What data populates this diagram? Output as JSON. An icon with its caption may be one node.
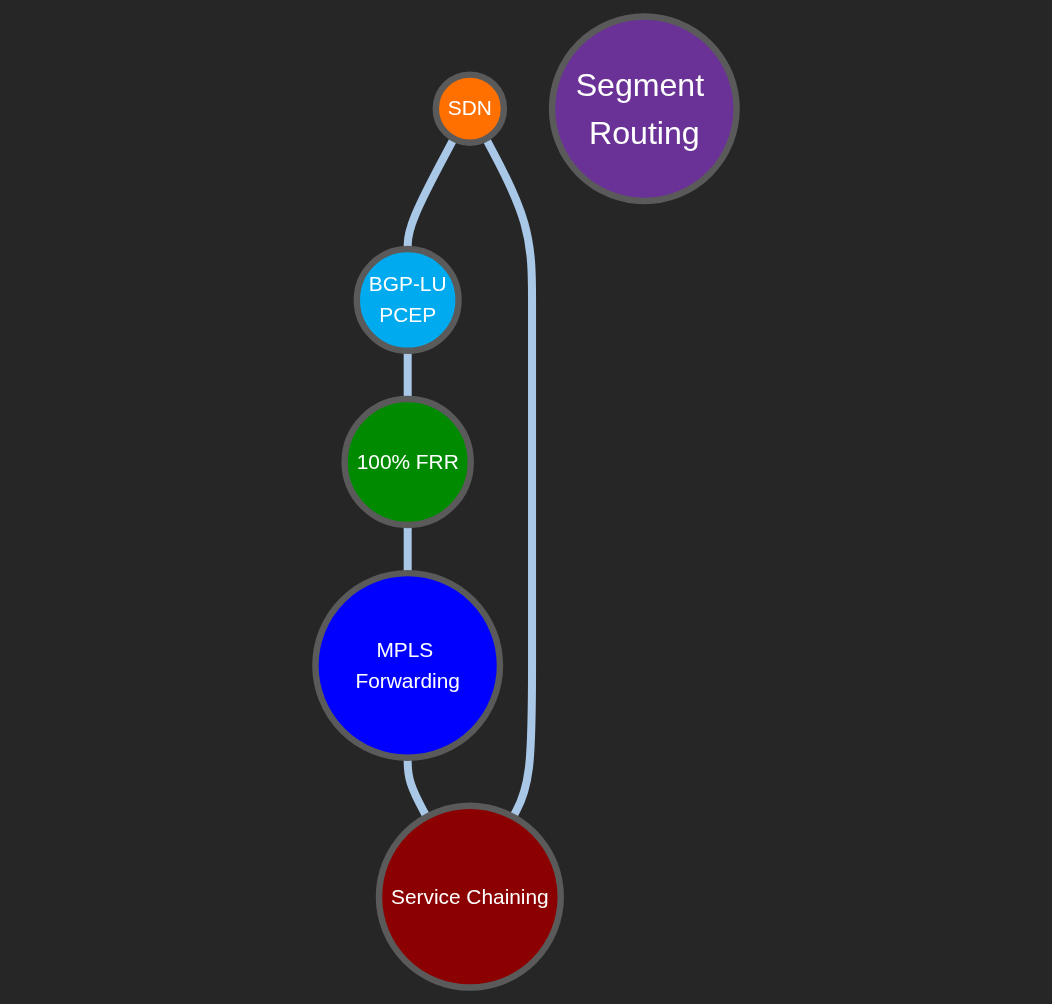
{
  "diagram": {
    "nodes": [
      {
        "text": [
          "SDN"
        ]
      },
      {
        "text": [
          "Service Chaining"
        ]
      },
      {
        "text": [
          "BGP-LU",
          "PCEP"
        ]
      },
      {
        "text": [
          "Segment Routing"
        ]
      },
      {
        "text": [
          "MPLS Forwarding"
        ]
      },
      {
        "text": [
          "100% FRR"
        ]
      }
    ],
    "edges": [
      {
        "from": 0,
        "to": 2,
        "arrow": "none"
      },
      {
        "from": 2,
        "to": 5,
        "arrow": "none"
      },
      {
        "from": 5,
        "to": 4,
        "arrow": "none"
      },
      {
        "from": 4,
        "to": 1,
        "arrow": "none"
      },
      {
        "from": 1,
        "to": 0,
        "arrow": "none"
      }
    ]
  }
}
